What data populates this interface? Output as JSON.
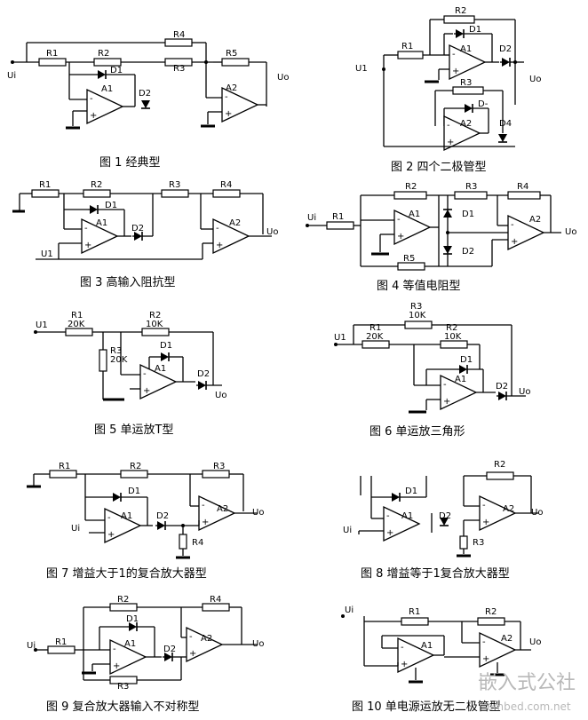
{
  "watermark": {
    "title": "嵌入式公社",
    "url": "embed.com.net"
  },
  "captions": {
    "c1": "图 1 经典型",
    "c2": "图 2 四个二极管型",
    "c3": "图 3 高输入阻抗型",
    "c4": "图 4 等值电阻型",
    "c5": "图 5 单运放T型",
    "c6": "图 6 单运放三角形",
    "c7": "图 7 增益大于1的复合放大器型",
    "c8": "图 8 增益等于1复合放大器型",
    "c9": "图 9 复合放大器输入不对称型",
    "c10": "图 10 单电源运放无二极管型"
  },
  "labels": {
    "f1": {
      "r1": "R1",
      "r2": "R2",
      "r3": "R3",
      "r4": "R4",
      "r5": "R5",
      "d1": "D1",
      "d2": "D2",
      "a1": "A1",
      "a2": "A2",
      "ui": "Ui",
      "uo": "Uo"
    },
    "f2": {
      "r1": "R1",
      "r2": "R2",
      "r3": "R3",
      "d1": "D1",
      "d2": "D2",
      "d3": "D-",
      "d4": "D4",
      "a1": "A1",
      "a2": "A2",
      "ui": "U1",
      "uo": "Uo"
    },
    "f3": {
      "r1": "R1",
      "r2": "R2",
      "r3": "R3",
      "r4": "R4",
      "d1": "D1",
      "d2": "D2",
      "a1": "A1",
      "a2": "A2",
      "ui": "U1",
      "uo": "Uo"
    },
    "f4": {
      "r1": "R1",
      "r2": "R2",
      "r3": "R3",
      "r4": "R4",
      "r5": "R5",
      "d1": "D1",
      "d2": "D2",
      "a1": "A1",
      "a2": "A2",
      "ui": "Ui",
      "uo": "Uo"
    },
    "f5": {
      "r1": "R1",
      "r1v": "20K",
      "r2": "R2",
      "r2v": "10K",
      "r3": "R3",
      "r3v": "20K",
      "d1": "D1",
      "d2": "D2",
      "a1": "A1",
      "ui": "U1",
      "uo": "Uo"
    },
    "f6": {
      "r1": "R1",
      "r1v": "20K",
      "r2": "R2",
      "r2v": "10K",
      "r3": "R3",
      "r3v": "10K",
      "d1": "D1",
      "d2": "D2",
      "a1": "A1",
      "ui": "U1",
      "uo": "Uo"
    },
    "f7": {
      "r1": "R1",
      "r2": "R2",
      "r3": "R3",
      "r4": "R4",
      "d1": "D1",
      "d2": "D2",
      "a1": "A1",
      "a2": "A2",
      "ui": "Ui",
      "uo": "Uo"
    },
    "f8": {
      "r2": "R2",
      "r3": "R3",
      "d1": "D1",
      "d2": "D2",
      "a1": "A1",
      "a2": "A2",
      "ui": "Ui",
      "uo": "Uo"
    },
    "f9": {
      "r1": "R1",
      "r2": "R2",
      "r3": "R3",
      "r4": "R4",
      "d1": "D1",
      "d2": "D2",
      "a1": "A1",
      "a2": "A2",
      "ui": "Ui",
      "uo": "Uo"
    },
    "f10": {
      "r1": "R1",
      "r2": "R2",
      "a1": "A1",
      "a2": "A2",
      "ui": "Ui",
      "uo": "Uo"
    }
  }
}
